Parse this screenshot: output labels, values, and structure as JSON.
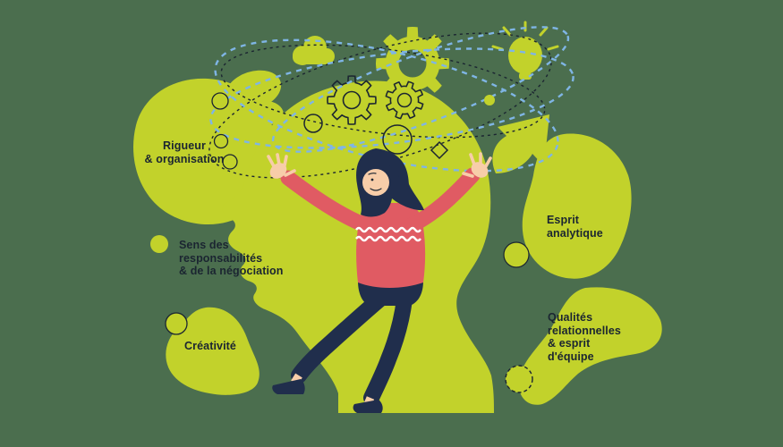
{
  "illustration": {
    "labels": {
      "rigueur_organisation": "Rigueur\n& organisation",
      "sens_responsabilites": "Sens des\nresponsabilités\n& de la négociation",
      "creativite": "Créativité",
      "esprit_analytique": "Esprit\nanalytique",
      "qualites_relationnelles": "Qualités\nrelationnelles\n& esprit\nd'équipe"
    },
    "icons": [
      "gear-icon",
      "gear-outline-icon",
      "small-gear-outline-icon",
      "lightbulb-icon",
      "cloud-icon",
      "arrow-up-right-icon",
      "orbit-lines",
      "head-silhouette",
      "woman-figure"
    ]
  },
  "colors": {
    "background": "#4b6e4e",
    "lime": "#c2d22b",
    "ink": "#1b2531",
    "navy": "#202e4c",
    "red": "#e05b63",
    "skin": "#f7cda9",
    "dash_blue": "#7fb5e5",
    "white": "#ffffff"
  }
}
